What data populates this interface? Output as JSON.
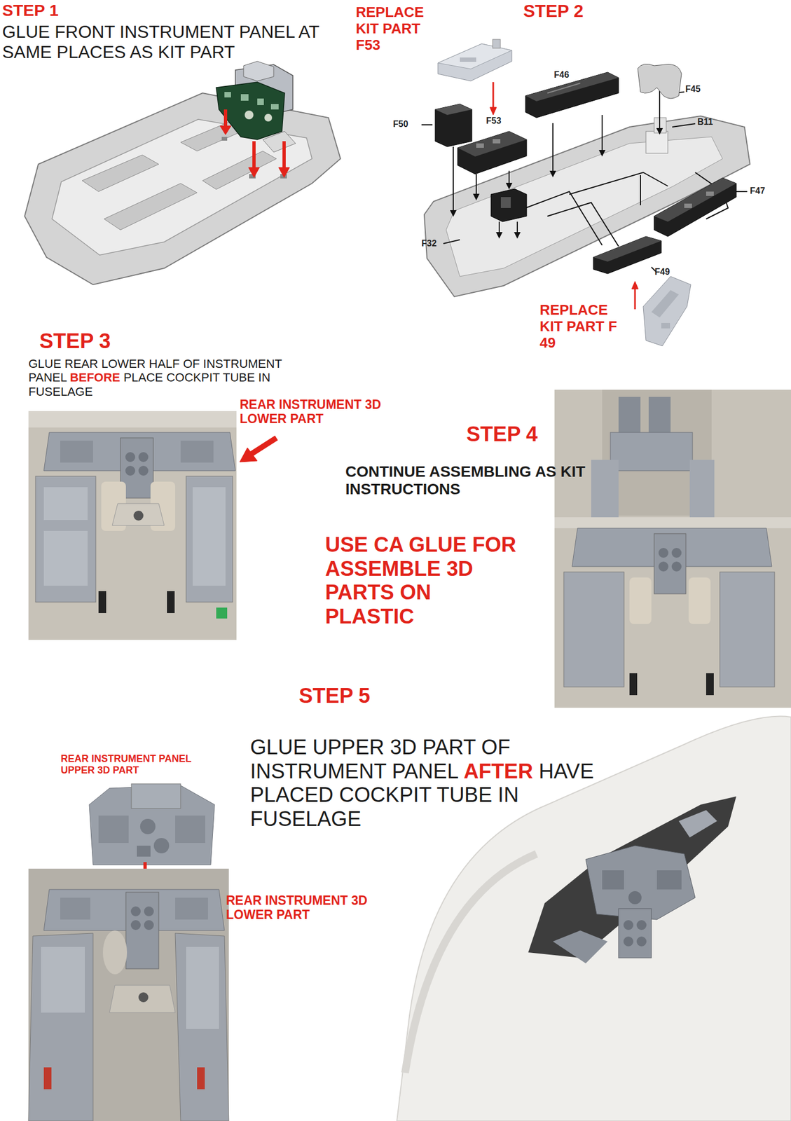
{
  "diagram": {
    "labels": [
      "STEP 1",
      "GLUE FRONT INSTRUMENT PANEL AT SAME PLACES AS KIT PART",
      "REPLACE KIT PART F53",
      "STEP 2",
      "F46",
      "F45",
      "F50",
      "F53",
      "B11",
      "F47",
      "F32",
      "F49",
      "REPLACE KIT PART F 49",
      "STEP 3",
      "GLUE REAR LOWER HALF OF INSTRUMENT PANEL",
      "BEFORE",
      "PLACE COCKPIT TUBE IN FUSELAGE",
      "REAR INSTRUMENT 3D LOWER PART",
      "STEP 4",
      "CONTINUE ASSEMBLING AS KIT INSTRUCTIONS",
      "USE CA GLUE FOR ASSEMBLE 3D PARTS ON PLASTIC",
      "STEP 5",
      "REAR INSTRUMENT PANEL UPPER 3D PART",
      "REAR INSTRUMENT 3D LOWER PART",
      "GLUE UPPER 3D PART OF INSTRUMENT PANEL",
      "AFTER",
      "HAVE PLACED COCKPIT TUBE IN FUSELAGE"
    ]
  }
}
